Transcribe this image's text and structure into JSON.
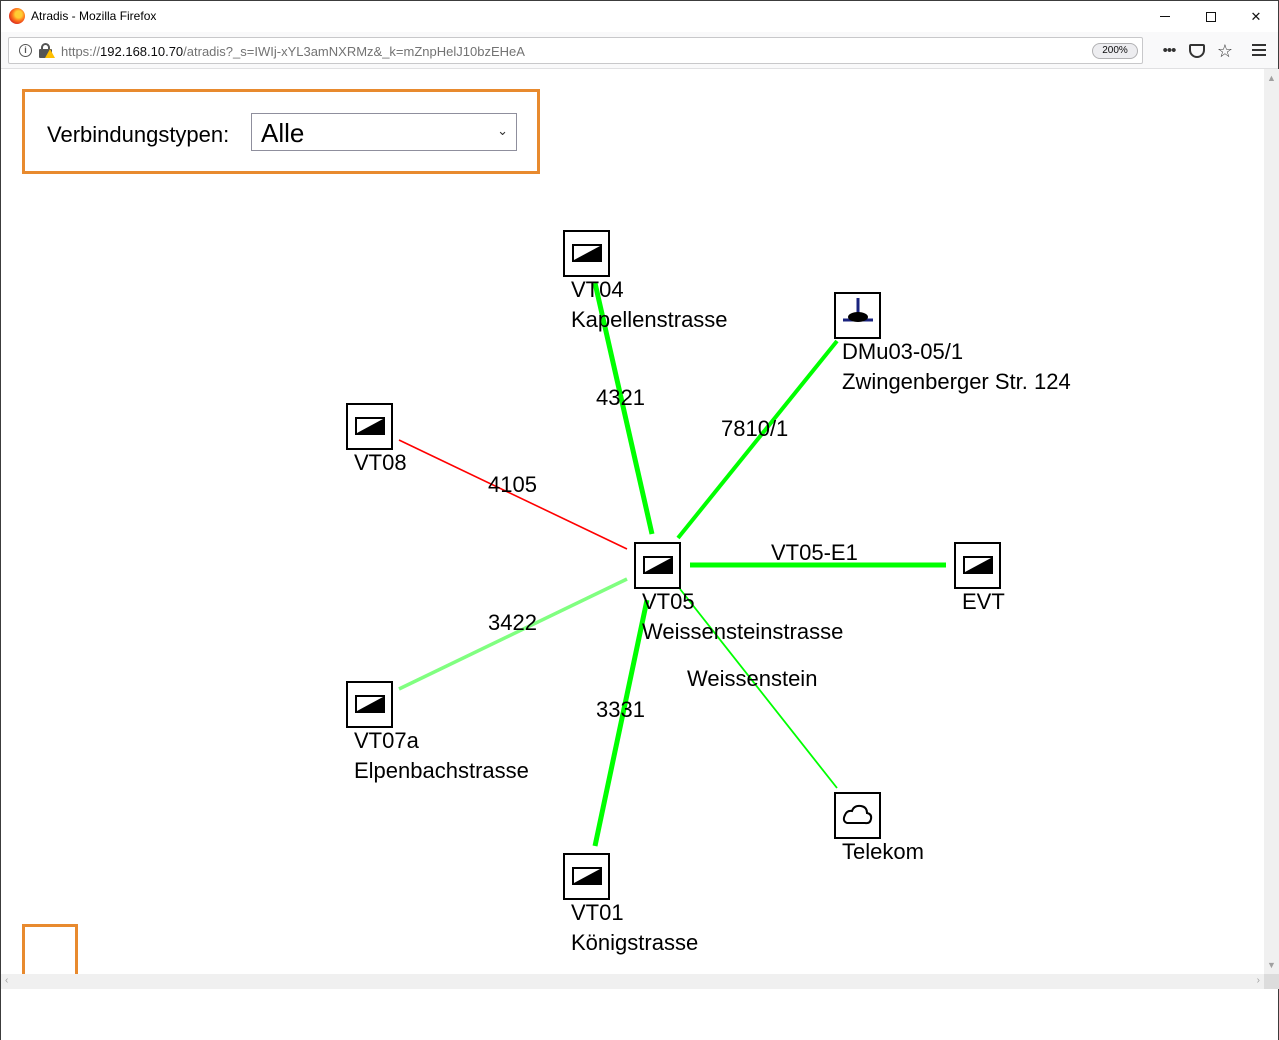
{
  "window": {
    "title": "Atradis - Mozilla Firefox"
  },
  "browser": {
    "url_prefix": "https://",
    "url_host": "192.168.10.70",
    "url_rest": "/atradis?_s=IWIj-xYL3amNXRMz&_k=mZnpHelJ10bzEHeA",
    "zoom": "200%",
    "icons": [
      "info-icon",
      "lock-warning-icon",
      "more-icon",
      "pocket-icon",
      "bookmark-star-icon",
      "hamburger-menu-icon"
    ]
  },
  "filter": {
    "label": "Verbindungstypen:",
    "selected": "Alle"
  },
  "colors": {
    "accent_orange": "#e88a2e",
    "edge_green": "#00ff00",
    "edge_light_green": "#80ff80",
    "edge_red": "#ff0000"
  },
  "diagram": {
    "nodes": [
      {
        "id": "VT05",
        "name": "VT05",
        "subtitle": "Weissensteinstrasse",
        "icon": "cabinet-icon"
      },
      {
        "id": "VT04",
        "name": "VT04",
        "subtitle": "Kapellenstrasse",
        "icon": "cabinet-icon"
      },
      {
        "id": "DMu03",
        "name": "DMu03-05/1",
        "subtitle": "Zwingenberger Str. 124",
        "icon": "sleeve-joint-icon"
      },
      {
        "id": "VT08",
        "name": "VT08",
        "subtitle": "",
        "icon": "cabinet-icon"
      },
      {
        "id": "EVT",
        "name": "EVT",
        "subtitle": "",
        "icon": "cabinet-icon"
      },
      {
        "id": "VT07a",
        "name": "VT07a",
        "subtitle": "Elpenbachstrasse",
        "icon": "cabinet-icon"
      },
      {
        "id": "VT01",
        "name": "VT01",
        "subtitle": "Königstrasse",
        "icon": "cabinet-icon"
      },
      {
        "id": "Telekom",
        "name": "Telekom",
        "subtitle": "",
        "icon": "cloud-icon"
      }
    ],
    "edges": [
      {
        "from": "VT05",
        "to": "VT04",
        "label": "4321",
        "color": "#00ff00",
        "weight": "thick"
      },
      {
        "from": "VT05",
        "to": "DMu03",
        "label": "7810/1",
        "color": "#00ff00",
        "weight": "medium"
      },
      {
        "from": "VT05",
        "to": "VT08",
        "label": "4105",
        "color": "#ff0000",
        "weight": "thin"
      },
      {
        "from": "VT05",
        "to": "EVT",
        "label": "VT05-E1",
        "color": "#00ff00",
        "weight": "thick"
      },
      {
        "from": "VT05",
        "to": "VT07a",
        "label": "3422",
        "color": "#80ff80",
        "weight": "medium"
      },
      {
        "from": "VT05",
        "to": "VT01",
        "label": "3331",
        "color": "#00ff00",
        "weight": "thick"
      },
      {
        "from": "VT05",
        "to": "Telekom",
        "label": "Weissenstein",
        "color": "#00ff00",
        "weight": "thin"
      }
    ]
  }
}
